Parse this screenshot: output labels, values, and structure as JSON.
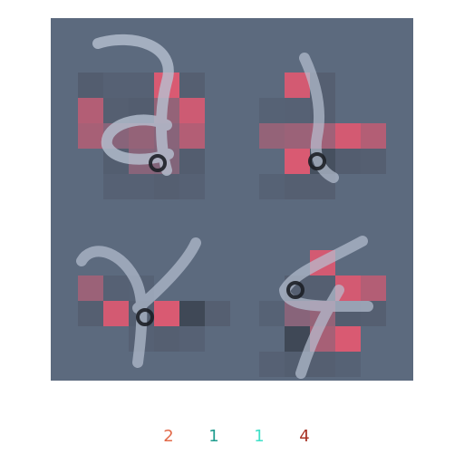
{
  "labels": [
    {
      "text": "2",
      "color": "#e26a4a"
    },
    {
      "text": "1",
      "color": "#1f9c8e"
    },
    {
      "text": "1",
      "color": "#3fe0c8"
    },
    {
      "text": "4",
      "color": "#a83224"
    }
  ],
  "icons": [
    "digit-cell-icon"
  ],
  "colors": {
    "panel": "#5c6a7e",
    "stroke": "#b7c1d1",
    "hot": "#d95a72",
    "dark": "#1c1f26",
    "cold": "#4a4f60"
  }
}
